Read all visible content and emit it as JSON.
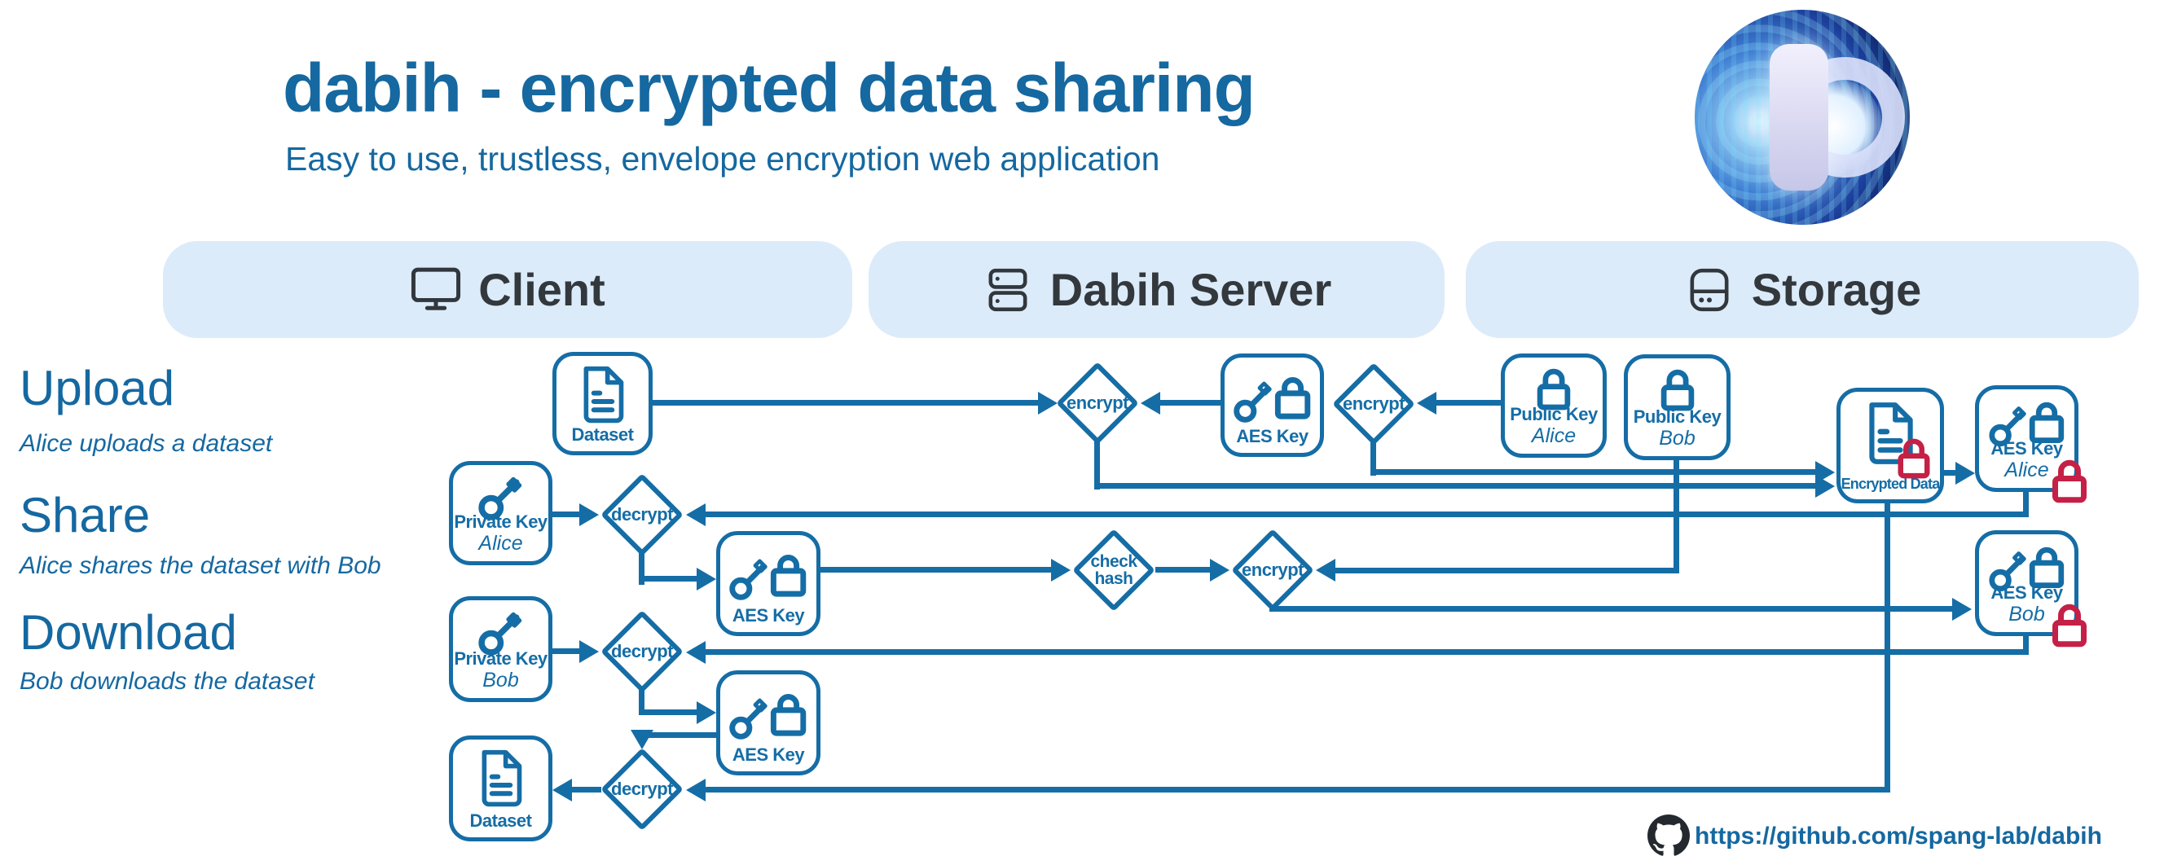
{
  "header": {
    "title": "dabih - encrypted data sharing",
    "subtitle": "Easy to use, trustless, envelope encryption web application"
  },
  "columns": [
    {
      "label": "Client",
      "icon": "monitor-icon"
    },
    {
      "label": "Dabih Server",
      "icon": "server-icon"
    },
    {
      "label": "Storage",
      "icon": "storage-icon"
    }
  ],
  "sections": [
    {
      "title": "Upload",
      "caption": "Alice uploads a dataset"
    },
    {
      "title": "Share",
      "caption": "Alice shares the dataset with Bob"
    },
    {
      "title": "Download",
      "caption": "Bob downloads the dataset"
    }
  ],
  "nodes": {
    "dataset_upload": {
      "label": "Dataset",
      "icon": "document-icon"
    },
    "aes_key_upload": {
      "label": "AES Key",
      "icon": "key-lock-icon"
    },
    "public_key_alice": {
      "label": "Public Key",
      "owner": "Alice",
      "icon": "lock-icon"
    },
    "public_key_bob": {
      "label": "Public Key",
      "owner": "Bob",
      "icon": "lock-icon"
    },
    "encrypted_data": {
      "label": "Encrypted Data",
      "icon": "document-icon",
      "badge": "red-lock"
    },
    "aes_key_alice": {
      "label": "AES Key",
      "owner": "Alice",
      "icon": "key-lock-icon",
      "badge": "red-lock"
    },
    "private_key_alice": {
      "label": "Private Key",
      "owner": "Alice",
      "icon": "key-icon"
    },
    "aes_key_share": {
      "label": "AES Key",
      "icon": "key-lock-icon"
    },
    "aes_key_bob": {
      "label": "AES Key",
      "owner": "Bob",
      "icon": "key-lock-icon",
      "badge": "red-lock"
    },
    "private_key_bob": {
      "label": "Private Key",
      "owner": "Bob",
      "icon": "key-icon"
    },
    "aes_key_download": {
      "label": "AES Key",
      "icon": "key-lock-icon"
    },
    "dataset_download": {
      "label": "Dataset",
      "icon": "document-icon"
    }
  },
  "operations": {
    "encrypt_data": "encrypt",
    "encrypt_key": "encrypt",
    "decrypt_share": "decrypt",
    "check_hash": "check hash",
    "encrypt_share": "encrypt",
    "decrypt_download_key": "decrypt",
    "decrypt_download_data": "decrypt"
  },
  "footer": {
    "repo_url": "https://github.com/spang-lab/dabih"
  },
  "colors": {
    "title_blue": "#1568a0",
    "diagram_blue": "#156da6",
    "locked_red": "#c52045",
    "band_background": "#dcebfa",
    "band_text": "#33383d"
  }
}
